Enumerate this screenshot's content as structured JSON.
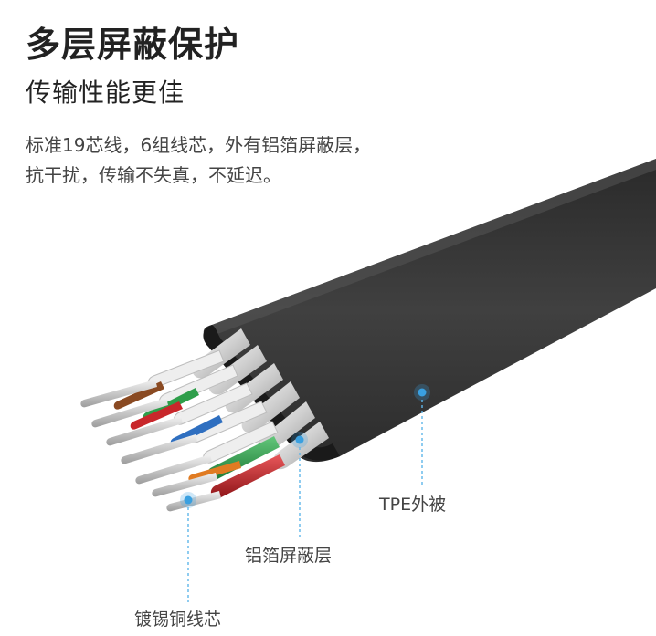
{
  "header": {
    "title": "多层屏蔽保护",
    "subtitle": "传输性能更佳"
  },
  "description": {
    "line1": "标准19芯线，6组线芯，外有铝箔屏蔽层，",
    "line2": "抗干扰，传输不失真，不延迟。"
  },
  "callouts": {
    "jacket": "TPE外被",
    "foil": "铝箔屏蔽层",
    "core": "镀锡铜线芯"
  },
  "colors": {
    "jacket": "#3a3a3a",
    "jacket_edge": "#1c1c1c",
    "callout_dot": "#3aa0e0",
    "callout_line": "#5fb6ea",
    "wire_green": "#2e9e4a",
    "wire_red": "#c8272b",
    "wire_orange": "#e07b22",
    "wire_blue": "#2f6fc0",
    "wire_brown": "#8a4a22"
  }
}
